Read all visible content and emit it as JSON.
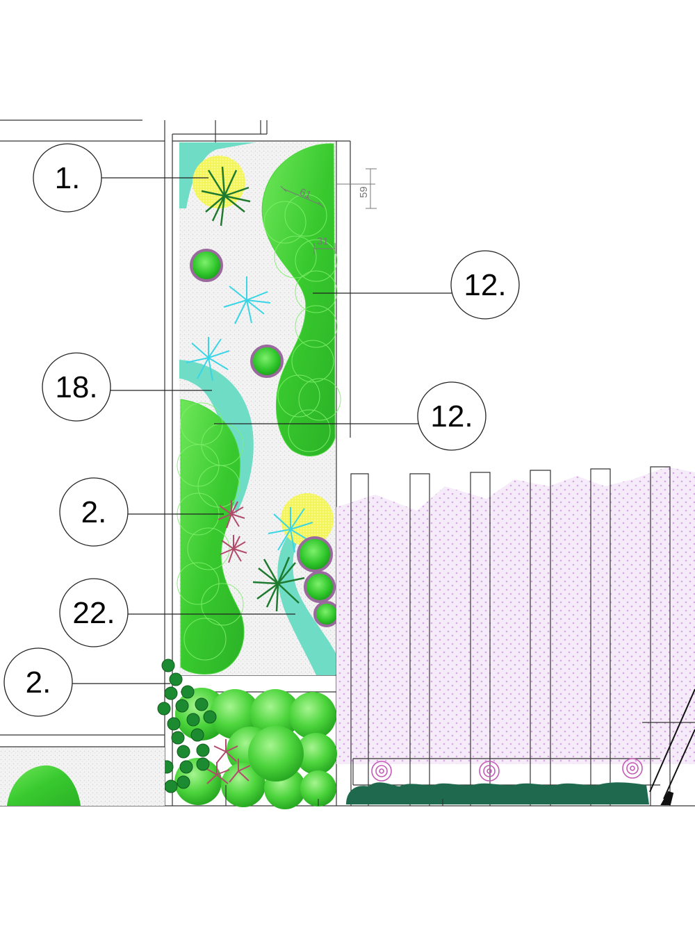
{
  "plan": {
    "callouts": [
      {
        "id": "c1",
        "text": "1."
      },
      {
        "id": "c12a",
        "text": "12."
      },
      {
        "id": "c18",
        "text": "18."
      },
      {
        "id": "c12b",
        "text": "12."
      },
      {
        "id": "c2a",
        "text": "2."
      },
      {
        "id": "c22",
        "text": "22."
      },
      {
        "id": "c2b",
        "text": "2."
      }
    ],
    "dimensions": [
      {
        "id": "d61",
        "text": "61"
      },
      {
        "id": "d31",
        "text": "31"
      },
      {
        "id": "d59",
        "text": "59"
      }
    ]
  },
  "colors": {
    "lawn_green": "#2fc42b",
    "light_green": "#8ef07e",
    "path_teal": "#6fdcc6",
    "yellow_shrub": "#ecef3c",
    "cyan_plant": "#39d5e6",
    "purple_ring": "#9a6a9e",
    "red_plant": "#b14a6b",
    "dark_green": "#1e7a2e",
    "deck_pink": "#e3c0ee",
    "hedge_dark": "#1f6a4f"
  }
}
